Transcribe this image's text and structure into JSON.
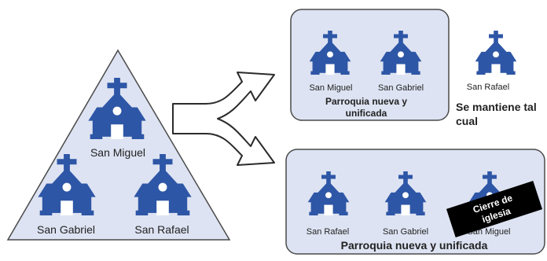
{
  "colors": {
    "church": "#2e56a6",
    "panel_fill": "#dde3f2",
    "panel_stroke": "#4a4a4a",
    "text": "#222222",
    "banner_bg": "#000000",
    "banner_text": "#ffffff"
  },
  "icons": {
    "church": "church-icon",
    "split_arrow": "split-arrow-icon"
  },
  "triangle": {
    "churches": [
      {
        "name": "San Miguel"
      },
      {
        "name": "San Gabriel"
      },
      {
        "name": "San Rafael"
      }
    ]
  },
  "top_group": {
    "churches": [
      {
        "name": "San Miguel"
      },
      {
        "name": "San Gabriel"
      }
    ],
    "caption_line1": "Parroquia nueva y",
    "caption_line2": "unificada"
  },
  "standalone": {
    "church": {
      "name": "San Rafael"
    },
    "caption_line1": "Se mantiene tal",
    "caption_line2": "cual"
  },
  "bottom_group": {
    "churches": [
      {
        "name": "San Rafael"
      },
      {
        "name": "San Gabriel"
      },
      {
        "name": "San Miguel"
      }
    ],
    "caption": "Parroquia nueva y unificada",
    "closure_banner_line1": "Cierre de",
    "closure_banner_line2": "iglesia"
  }
}
